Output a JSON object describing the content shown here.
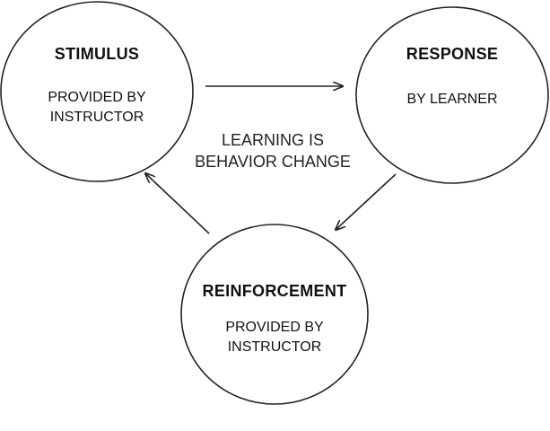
{
  "diagram": {
    "nodes": {
      "stimulus": {
        "title": "STIMULUS",
        "line1": "PROVIDED BY",
        "line2": "INSTRUCTOR"
      },
      "response": {
        "title": "RESPONSE",
        "line1": "BY LEARNER"
      },
      "reinforcement": {
        "title": "REINFORCEMENT",
        "line1": "PROVIDED BY",
        "line2": "INSTRUCTOR"
      }
    },
    "center_label": {
      "line1": "LEARNING IS",
      "line2": "BEHAVIOR CHANGE"
    },
    "edges": [
      {
        "from": "stimulus",
        "to": "response"
      },
      {
        "from": "response",
        "to": "reinforcement"
      },
      {
        "from": "reinforcement",
        "to": "stimulus"
      }
    ],
    "colors": {
      "stroke": "#222222",
      "background": "#ffffff"
    }
  }
}
